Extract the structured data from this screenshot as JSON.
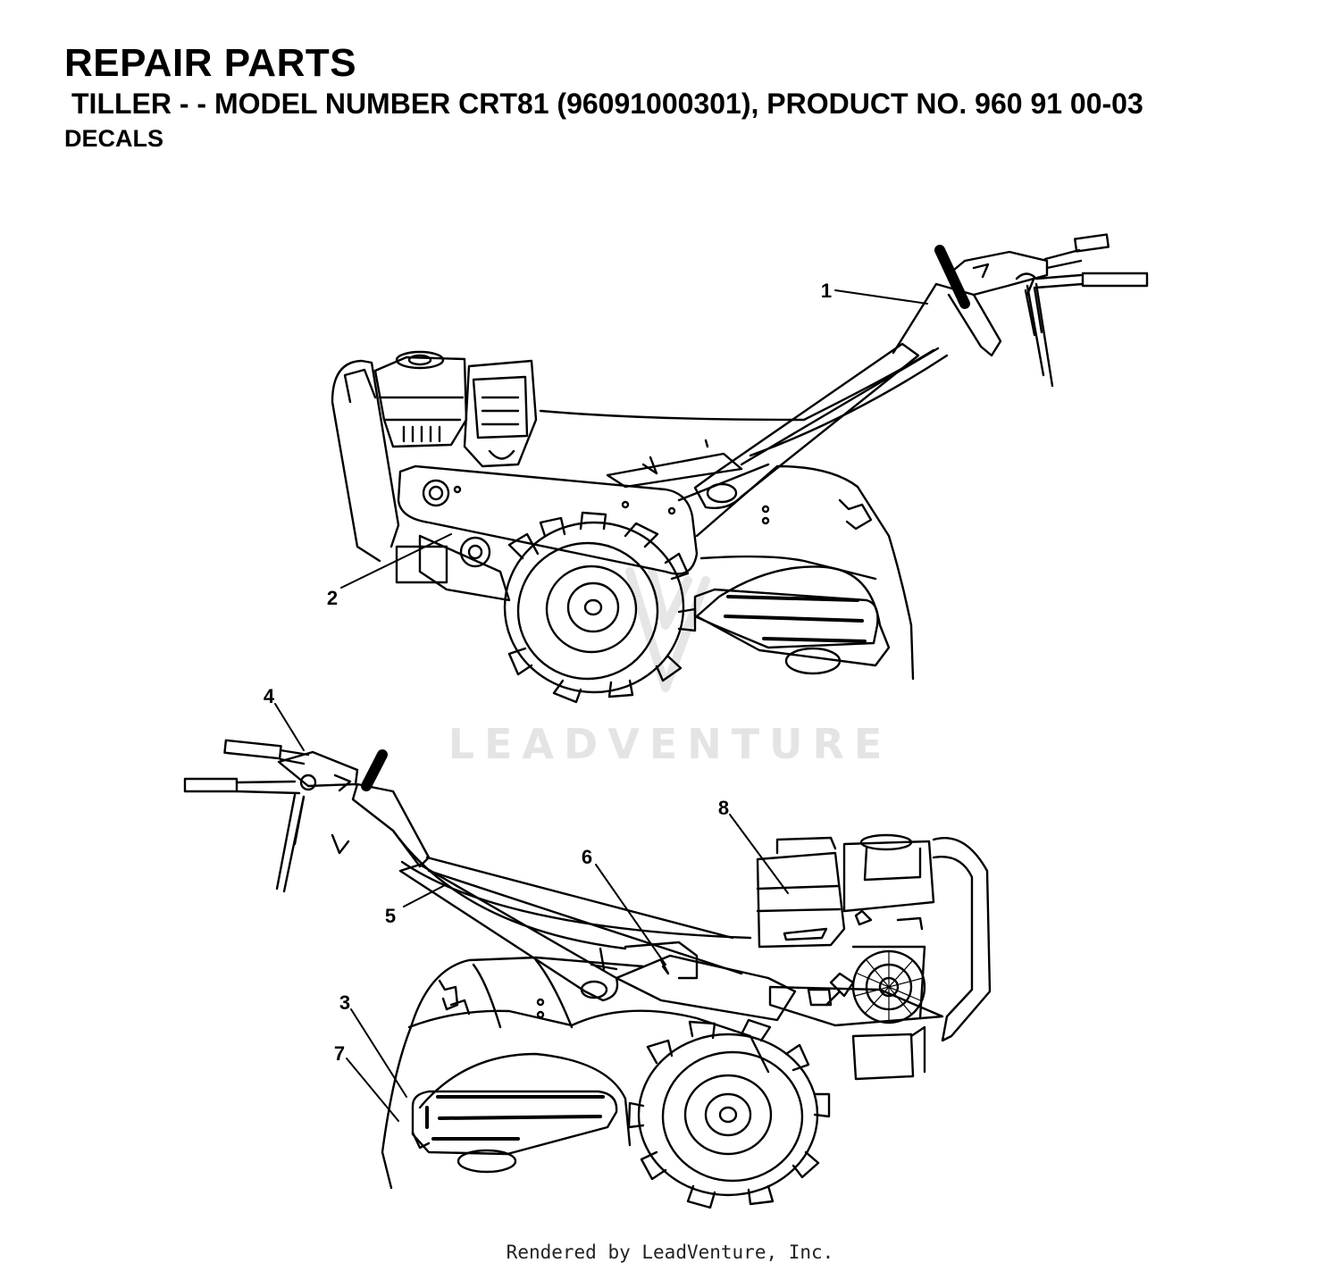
{
  "header": {
    "title": "REPAIR PARTS",
    "subtitle": "TILLER - - MODEL NUMBER CRT81 (96091000301), PRODUCT NO. 960 91 00-03",
    "section": "DECALS"
  },
  "watermark": "LEADVENTURE",
  "callouts": [
    "1",
    "2",
    "3",
    "4",
    "5",
    "6",
    "7",
    "8"
  ],
  "footer": "Rendered by LeadVenture, Inc."
}
